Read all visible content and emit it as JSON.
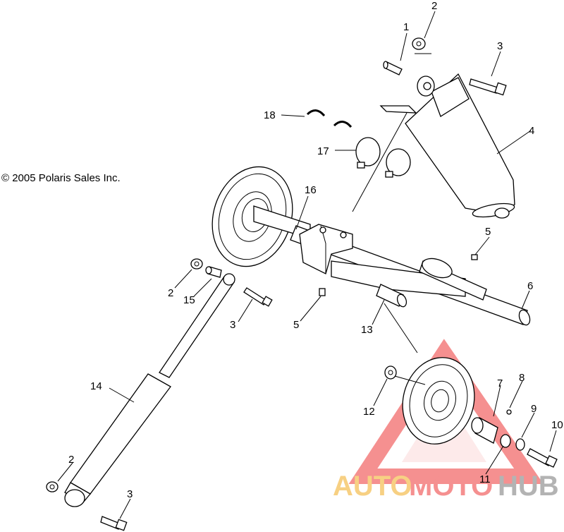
{
  "copyright": "© 2005 Polaris Sales Inc.",
  "callouts": [
    "1",
    "2",
    "3",
    "4",
    "5",
    "6",
    "7",
    "8",
    "9",
    "10",
    "11",
    "12",
    "13",
    "14",
    "15",
    "16",
    "17",
    "18",
    "2",
    "2",
    "3",
    "3",
    "5"
  ],
  "watermark": {
    "text_auto": "AUTO",
    "text_moto": "MOTO",
    "text_hub": "HUB",
    "color_primary": "#f26b6b",
    "color_secondary": "#f5c15a",
    "color_hub": "#9a9a9a"
  }
}
